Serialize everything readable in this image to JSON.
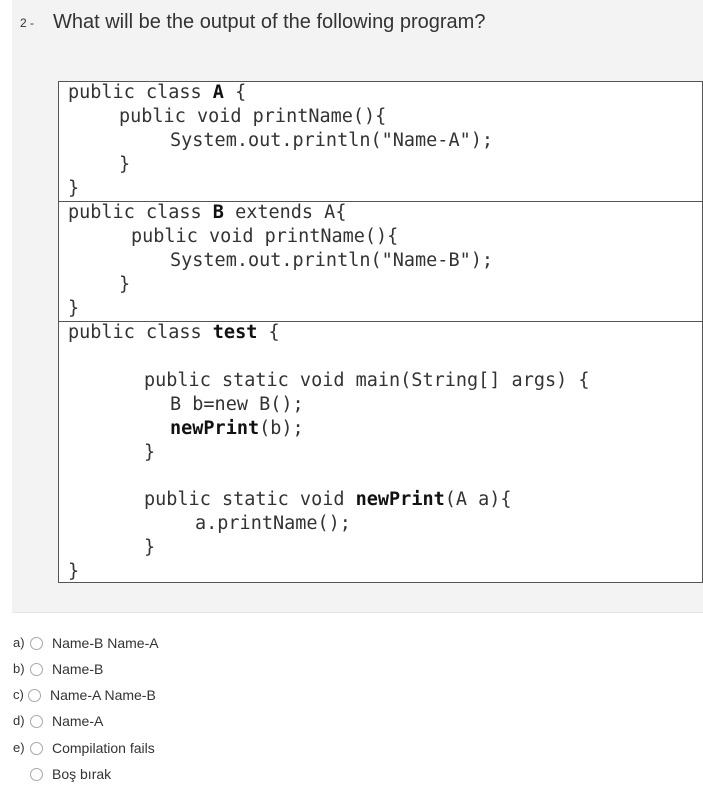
{
  "question": {
    "number": "2 -",
    "text": "What will be the output of the following program?"
  },
  "code": {
    "l1a": "public class ",
    "l1b": "A",
    "l1c": " {",
    "l2": "public void printName(){",
    "l3": "System.out.println(\"Name-A\");",
    "l4": "}",
    "l5": "}",
    "l6a": "public class ",
    "l6b": "B",
    "l6c": " extends A{",
    "l7": "public void printName(){",
    "l8": "System.out.println(\"Name-B\");",
    "l9": "}",
    "l10": "}",
    "l11a": "public class ",
    "l11b": "test",
    "l11c": " {",
    "l12": "public static void main(String[] args) {",
    "l13": "B b=new B();",
    "l14a": "newPrint",
    "l14b": "(b);",
    "l15": "}",
    "l16a": "public static void ",
    "l16b": "newPrint",
    "l16c": "(A a){",
    "l17": "a.printName();",
    "l18": "}",
    "l19": "}"
  },
  "options": [
    {
      "letter": "a)",
      "label": "Name-B Name-A"
    },
    {
      "letter": "b)",
      "label": "Name-B"
    },
    {
      "letter": "c)",
      "label": "Name-A Name-B"
    },
    {
      "letter": "d)",
      "label": "Name-A"
    },
    {
      "letter": "e)",
      "label": "Compilation fails"
    },
    {
      "letter": "",
      "label": "Boş bırak"
    }
  ]
}
